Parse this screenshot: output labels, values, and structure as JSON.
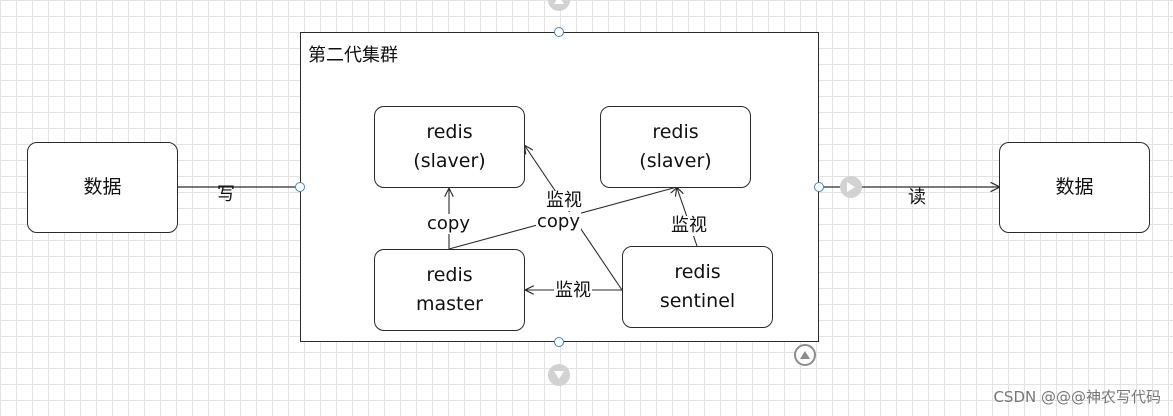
{
  "cluster": {
    "title": "第二代集群"
  },
  "nodes": {
    "data_left": {
      "line1": "数据"
    },
    "data_right": {
      "line1": "数据"
    },
    "slave1": {
      "line1": "redis",
      "line2": "(slaver)"
    },
    "slave2": {
      "line1": "redis",
      "line2": "(slaver)"
    },
    "master": {
      "line1": "redis",
      "line2": "master"
    },
    "sentinel": {
      "line1": "redis",
      "line2": "sentinel"
    }
  },
  "edges": {
    "write": "写",
    "read": "读",
    "copy_slave1": "copy",
    "copy_slave2": "copy",
    "monitor_slave1": "监视",
    "monitor_slave2": "监视",
    "monitor_master": "监视"
  },
  "watermark": "CSDN @@@神农写代码",
  "colors": {
    "stroke": "#2b2b2b",
    "handle": "#3a86c8",
    "grid": "#e3e3e3"
  }
}
